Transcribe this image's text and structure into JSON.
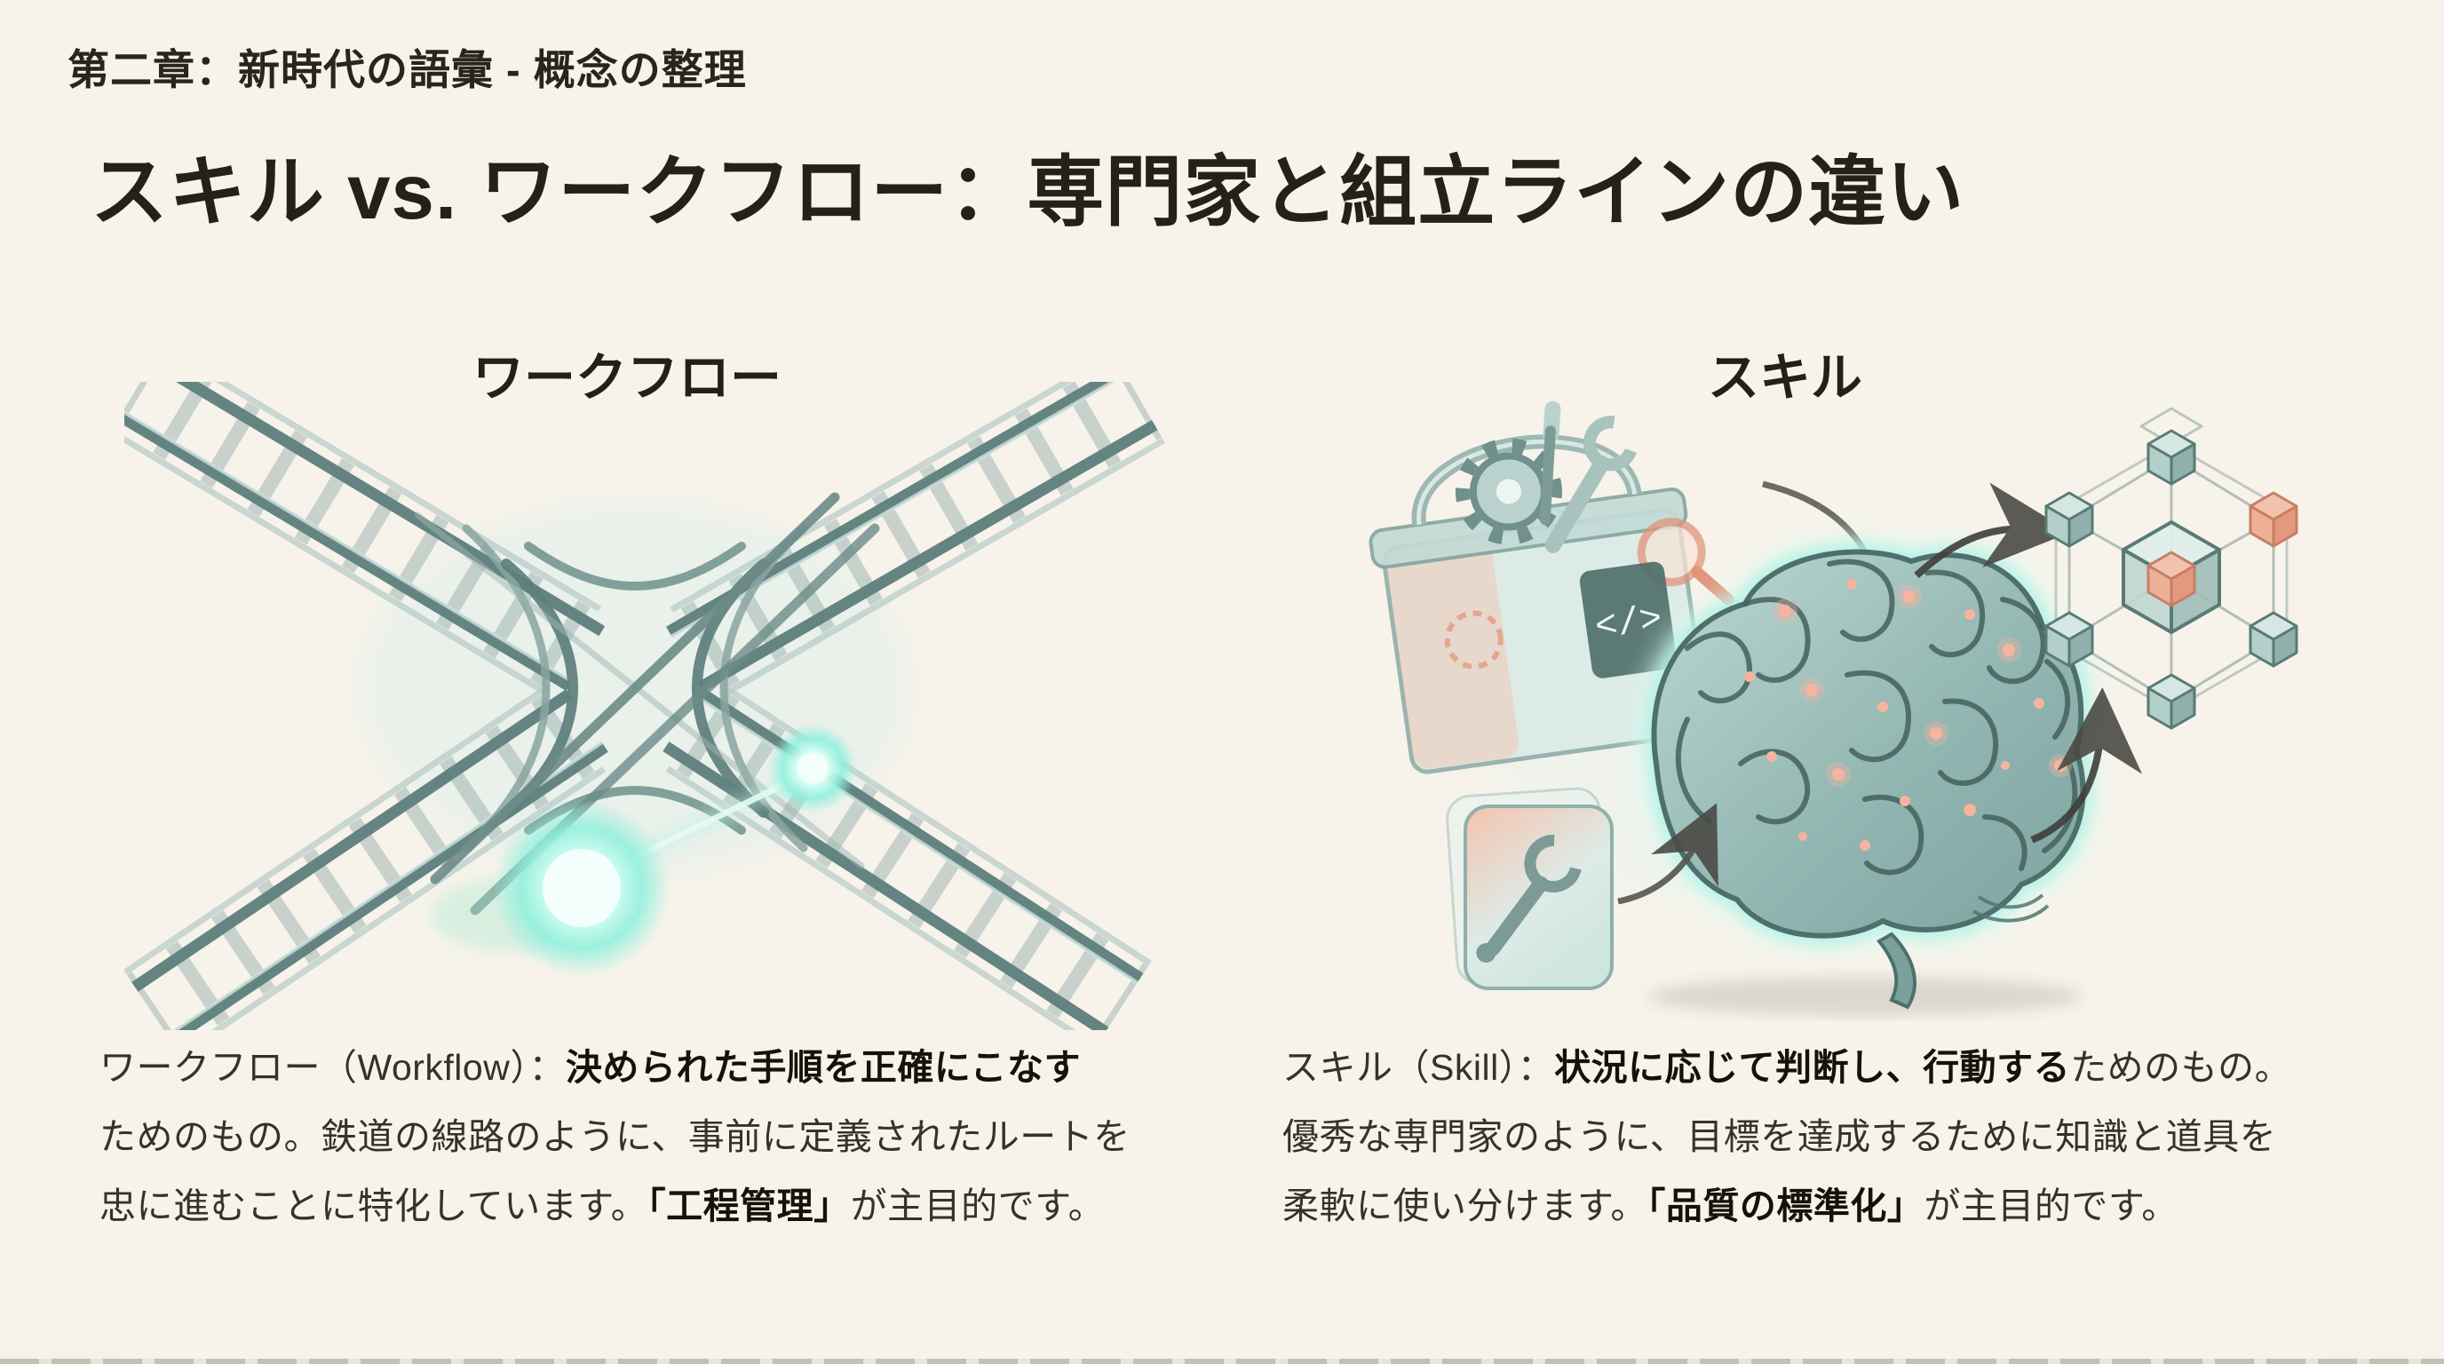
{
  "page": {
    "kicker": "第二章：新時代の語彙 - 概念の整理",
    "title": "スキル vs. ワークフロー：専門家と組立ラインの違い"
  },
  "workflow": {
    "label": "ワークフロー",
    "illustration": "railroad-crossing",
    "caption": {
      "lines": [
        [
          {
            "t": "ワークフロー（Workflow）：",
            "b": false
          },
          {
            "t": "決められた手順を正確にこなす",
            "b": true
          }
        ],
        [
          {
            "t": "ためのもの。鉄道の線路のように、事前に定義されたルートを",
            "b": false
          }
        ],
        [
          {
            "t": "忠に進むことに特化しています。",
            "b": false
          },
          {
            "t": "「工程管理」",
            "b": true
          },
          {
            "t": "が主目的です。",
            "b": false
          }
        ]
      ]
    }
  },
  "skill": {
    "label": "スキル",
    "illustration": "toolbox-brain-structure",
    "toolbox_code_glyph": "</>",
    "caption": {
      "lines": [
        [
          {
            "t": "スキル（Skill）：",
            "b": false
          },
          {
            "t": "状況に応じて判断し、行動する",
            "b": true
          },
          {
            "t": "ためのもの。",
            "b": false
          }
        ],
        [
          {
            "t": "優秀な専門家のように、目標を達成するために知識と道具を",
            "b": false
          }
        ],
        [
          {
            "t": "柔軟に使い分けます。",
            "b": false
          },
          {
            "t": "「品質の標準化」",
            "b": true
          },
          {
            "t": "が主目的です。",
            "b": false
          }
        ]
      ]
    }
  },
  "colors": {
    "background": "#f6f2e9",
    "text": "#262019",
    "rail_teal": "#5d7f7c",
    "rail_light": "#9cb8b4",
    "glow": "#8df0dc",
    "brain_teal": "#8fb3ae",
    "brain_dark": "#4e706d",
    "salmon": "#eda489",
    "arrow": "#4b4a45"
  }
}
